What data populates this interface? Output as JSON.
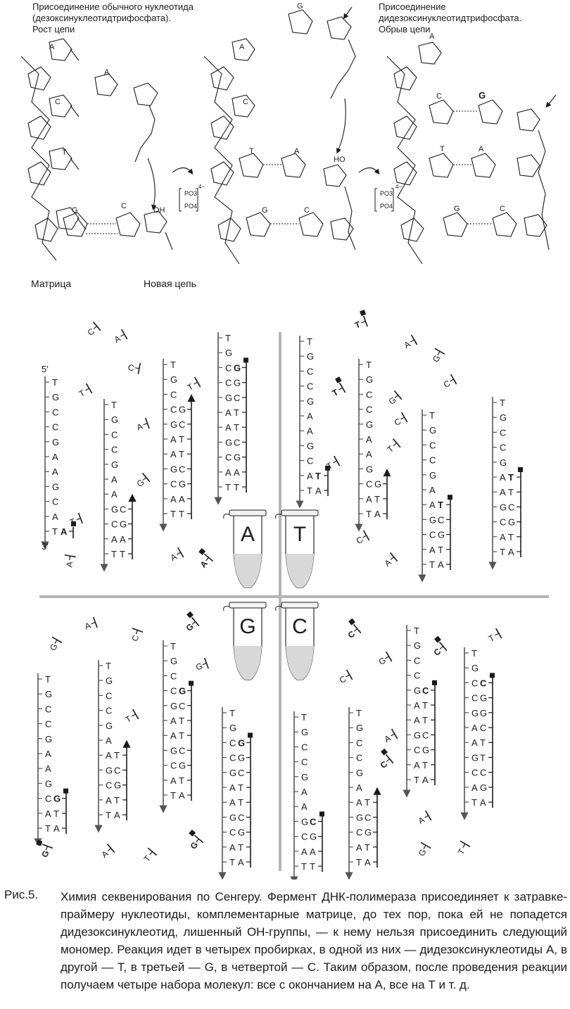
{
  "chemistry": {
    "headings": {
      "left": "Присоединение обычного нуклеотида\n(дезоксинуклеотидтрифосфата).\nРост цепи",
      "right": "Присоединение\nдидезоксинуклеотидтрифосфата.\nОбрыв цепи"
    },
    "labels": {
      "template": "Матрица",
      "new_chain": "Новая цепь",
      "pyrophosphate_top": "PO3",
      "pyrophosphate_bottom": "PO4",
      "pyrophosphate_charge": "4−",
      "phosphate": "P",
      "oh": "OH",
      "ho": "HO"
    },
    "bases": {
      "a": "A",
      "c": "C",
      "t": "T",
      "g": "G",
      "g_bold": "G"
    }
  },
  "template_sequence": [
    "T",
    "G",
    "C",
    "C",
    "G",
    "A",
    "A",
    "G",
    "C",
    "A",
    "T"
  ],
  "orientation": {
    "five_prime": "5′",
    "three_prime": "3′"
  },
  "tubes": [
    {
      "label": "A"
    },
    {
      "label": "T"
    },
    {
      "label": "G"
    },
    {
      "label": "C"
    }
  ],
  "quadrants": {
    "A": {
      "strands": [
        {
          "template": [
            "T",
            "G",
            "C",
            "C",
            "G",
            "A",
            "A",
            "G",
            "C",
            "A",
            "T"
          ],
          "primer": [],
          "terminator": "A",
          "show_primes": true
        },
        {
          "template": [
            "T",
            "G",
            "C",
            "C",
            "G",
            "A",
            "A",
            "G",
            "C",
            "A",
            "T"
          ],
          "primer": [
            "C",
            "G",
            "A",
            "T"
          ],
          "terminator": ""
        },
        {
          "template": [
            "T",
            "G",
            "C",
            "C",
            "G",
            "A",
            "A",
            "G",
            "C",
            "A",
            "T"
          ],
          "primer": [
            "G",
            "C",
            "T",
            "T",
            "C",
            "G",
            "A",
            "T"
          ],
          "terminator": ""
        },
        {
          "template": [
            "T",
            "G",
            "C",
            "C",
            "G",
            "A",
            "A",
            "G",
            "C",
            "A",
            "T"
          ],
          "primer": [
            "G",
            "G",
            "C",
            "T",
            "T",
            "C",
            "G",
            "A",
            "T"
          ],
          "terminator": "A"
        }
      ],
      "free_nucleotides": [
        "C",
        "A",
        "C",
        "T",
        "A",
        "T",
        "G",
        "A",
        "A",
        "A",
        "T"
      ]
    },
    "T": {
      "strands": [
        {
          "template": [
            "T",
            "G",
            "C",
            "C",
            "G",
            "A",
            "A",
            "G",
            "C",
            "A",
            "T"
          ],
          "primer": [
            "T",
            "A"
          ],
          "terminator": "T"
        },
        {
          "template": [
            "T",
            "G",
            "C",
            "C",
            "G",
            "A",
            "A",
            "G",
            "C",
            "A",
            "T"
          ],
          "primer": [
            "G",
            "T",
            "A"
          ],
          "terminator": ""
        },
        {
          "template": [
            "T",
            "G",
            "C",
            "C",
            "G",
            "A",
            "A",
            "G",
            "C",
            "A",
            "T"
          ],
          "primer": [
            "T",
            "C",
            "G",
            "T",
            "A"
          ],
          "terminator": "T"
        },
        {
          "template": [
            "T",
            "G",
            "C",
            "C",
            "G",
            "A",
            "A",
            "G",
            "C",
            "A",
            "T"
          ],
          "primer": [
            "T",
            "T",
            "C",
            "G",
            "T",
            "A"
          ],
          "terminator": "T"
        }
      ],
      "free_nucleotides": [
        "T",
        "A",
        "G",
        "T",
        "G",
        "C",
        "C",
        "T",
        "C",
        "A",
        "T"
      ]
    },
    "G": {
      "strands": [
        {
          "template": [
            "T",
            "G",
            "C",
            "C",
            "G",
            "A",
            "A",
            "G",
            "C",
            "A",
            "T"
          ],
          "primer": [
            "G",
            "T",
            "A"
          ],
          "terminator": "G"
        },
        {
          "template": [
            "T",
            "G",
            "C",
            "C",
            "G",
            "A",
            "A",
            "G",
            "C",
            "A",
            "T"
          ],
          "primer": [
            "T",
            "C",
            "G",
            "T",
            "A"
          ],
          "terminator": ""
        },
        {
          "template": [
            "T",
            "G",
            "C",
            "C",
            "G",
            "A",
            "A",
            "G",
            "C",
            "A",
            "T"
          ],
          "primer": [
            "G",
            "C",
            "T",
            "T",
            "C",
            "G",
            "T",
            "A"
          ],
          "terminator": "G"
        },
        {
          "template": [
            "T",
            "G",
            "C",
            "C",
            "G",
            "A",
            "A",
            "G",
            "C",
            "A",
            "T"
          ],
          "primer": [
            "G",
            "G",
            "C",
            "T",
            "T",
            "C",
            "G",
            "T",
            "A"
          ],
          "terminator": "G"
        }
      ],
      "free_nucleotides": [
        "A",
        "G",
        "C",
        "G",
        "G",
        "T",
        "G",
        "A",
        "T",
        "G"
      ]
    },
    "C": {
      "strands": [
        {
          "template": [
            "T",
            "G",
            "C",
            "C",
            "G",
            "A",
            "A",
            "G",
            "C",
            "A",
            "T"
          ],
          "primer": [
            "C",
            "G",
            "A",
            "T"
          ],
          "terminator": "C"
        },
        {
          "template": [
            "T",
            "G",
            "C",
            "C",
            "G",
            "A",
            "A",
            "G",
            "C",
            "A",
            "T"
          ],
          "primer": [
            "T",
            "C",
            "G",
            "T",
            "A"
          ],
          "terminator": ""
        },
        {
          "template": [
            "T",
            "G",
            "C",
            "C",
            "G",
            "A",
            "A",
            "G",
            "C",
            "A",
            "T"
          ],
          "primer": [
            "C",
            "T",
            "T",
            "C",
            "G",
            "T",
            "A"
          ],
          "terminator": "C"
        },
        {
          "template": [
            "T",
            "G",
            "C",
            "C",
            "G",
            "A",
            "A",
            "G",
            "C",
            "A",
            "T"
          ],
          "primer": [
            "C",
            "G",
            "G",
            "C",
            "T",
            "T",
            "C",
            "G",
            "A"
          ],
          "terminator": "C"
        }
      ],
      "free_nucleotides": [
        "C",
        "G",
        "C",
        "C",
        "T",
        "A",
        "C",
        "A",
        "G",
        "T"
      ]
    }
  },
  "caption": {
    "number": "Рис.5.",
    "text": "Химия секвенирования по Сенгеру. Фермент ДНК-полимераза присоединяет к затравке-праймеру нуклеотиды, комплементарные матрице, до тех пор, пока ей не попадется дидезоксинуклеотид, лишенный ОН-группы, — к нему нельзя присоединить следующий мономер. Реакция идет в четырех пробирках, в одной из них — дидезоксинуклеотиды А, в другой — Т, в третьей — G, в четвертой — С. Таким образом, после проведения реакции получаем четыре набора молекул: все с окончанием на А, все на Т и т. д."
  },
  "colors": {
    "ink": "#1a1a1a",
    "grid": "#b5b5b5",
    "tube": "#d8d8d8",
    "strand": "#555555"
  }
}
